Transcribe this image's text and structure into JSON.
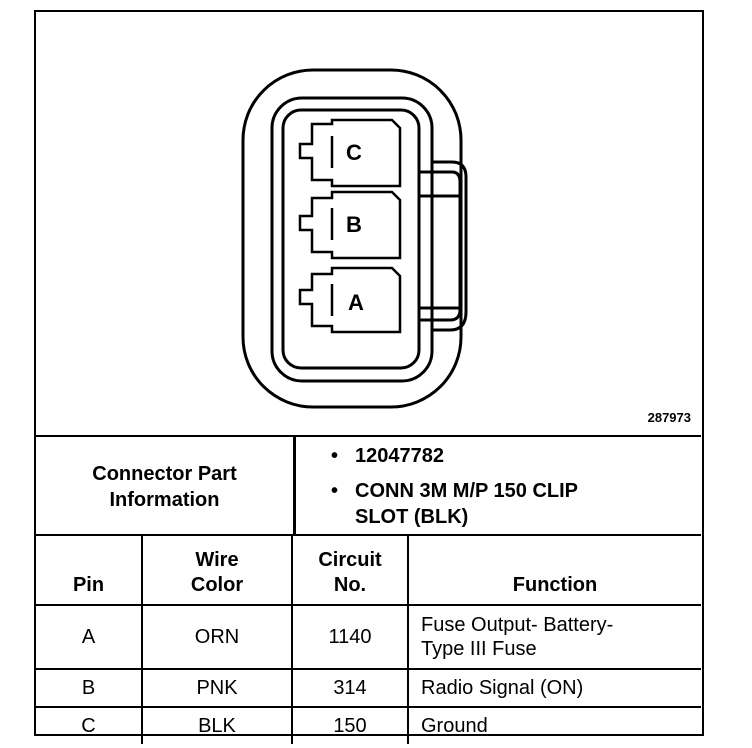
{
  "figure": {
    "id": "287973",
    "pins": [
      "C",
      "B",
      "A"
    ]
  },
  "connector_info": {
    "title": "Connector Part\nInformation",
    "items": [
      "12047782",
      "CONN 3M M/P 150 CLIP\nSLOT (BLK)"
    ]
  },
  "table": {
    "headers": [
      "Pin",
      "Wire\nColor",
      "Circuit\nNo.",
      "Function"
    ],
    "rows": [
      {
        "pin": "A",
        "color": "ORN",
        "circuit": "1140",
        "function": "Fuse Output- Battery-\nType III Fuse"
      },
      {
        "pin": "B",
        "color": "PNK",
        "circuit": "314",
        "function": "Radio Signal (ON)"
      },
      {
        "pin": "C",
        "color": "BLK",
        "circuit": "150",
        "function": "Ground"
      }
    ]
  }
}
